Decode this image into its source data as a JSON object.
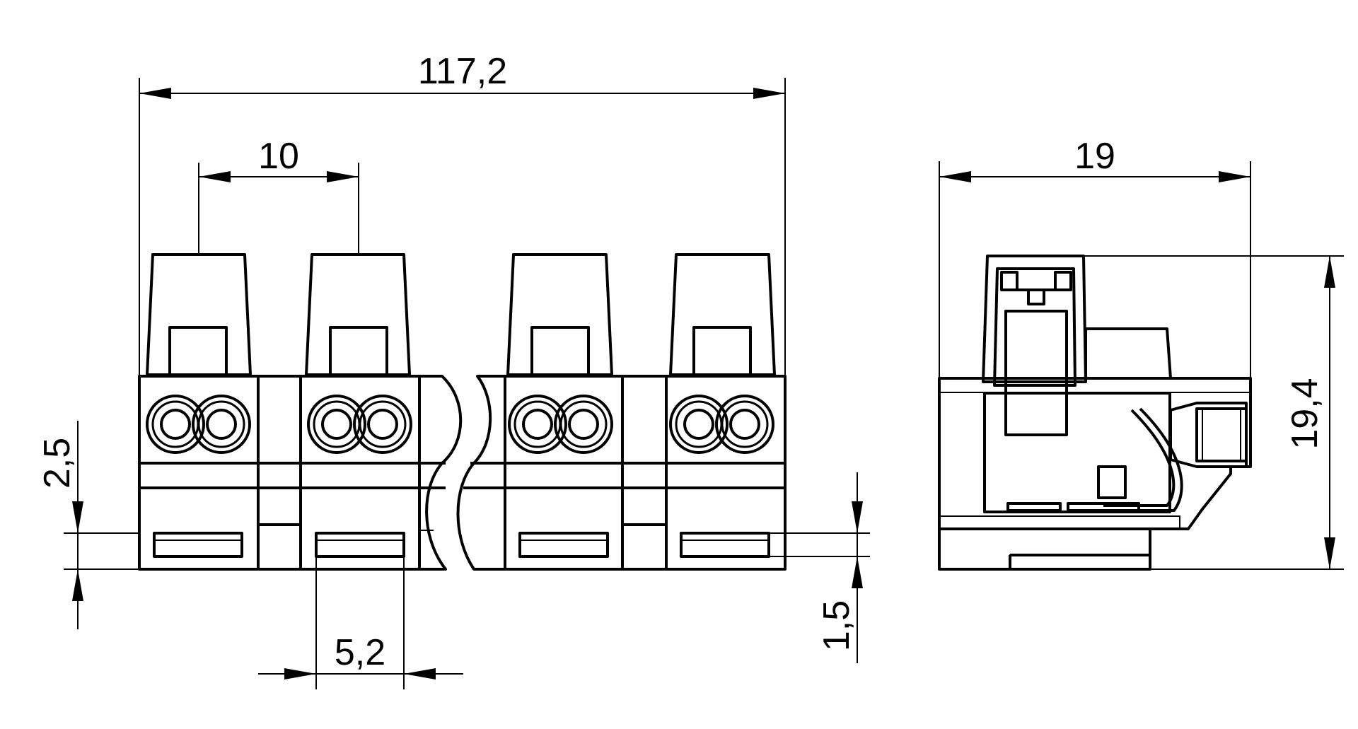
{
  "dimensions": {
    "overall_length": "117,2",
    "pitch": "10",
    "width": "19",
    "height": "19,4",
    "offset_left": "2,5",
    "offset_right": "1,5",
    "slot_width": "5,2"
  }
}
